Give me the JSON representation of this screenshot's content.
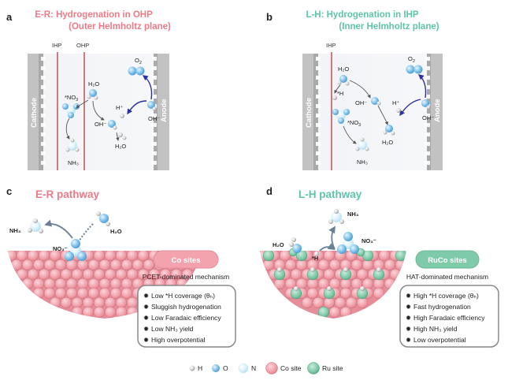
{
  "panels": {
    "a": {
      "letter": "a",
      "title_line1": "E-R:  Hydrogenation in OHP",
      "title_line2": "(Outer Helmholtz plane)",
      "plane_labels": [
        "IHP",
        "OHP"
      ],
      "cathode": "Cathode",
      "anode": "Anode",
      "species": {
        "o2": "O",
        "o2_sub": "2",
        "h2o_top": "H₂O",
        "no3": "*NO",
        "no3_sub": "3",
        "h_plus": "H⁺",
        "oh_minus": "OH⁻",
        "oh_right": "OH⁻",
        "h2o_bottom": "H₂O",
        "nh3": "NH₃"
      }
    },
    "b": {
      "letter": "b",
      "title_line1": "L-H:  Hydrogenation in IHP",
      "title_line2": "(Inner Helmholtz plane)",
      "plane_labels": [
        "IHP"
      ],
      "cathode": "Cathode",
      "anode": "Anode",
      "species": {
        "o2": "O",
        "o2_sub": "2",
        "h2o_top": "H₂O",
        "h_star": "*H",
        "no3": "*NO",
        "no3_sub": "3",
        "oh_minus": "OH⁻",
        "h_plus": "H⁺",
        "oh_right": "OH⁻",
        "h2o_bottom": "H₂O",
        "nh3": "NH₃"
      }
    },
    "c": {
      "letter": "c",
      "title": "E-R pathway",
      "pill": "Co sites",
      "mechanism": "PCET-dominated mechanism",
      "labels": {
        "nh3": "NH₃",
        "h2o": "H₂O",
        "no3": "NO₃⁻"
      },
      "bullets": [
        "Low *H coverage (θₕ)",
        "Sluggish hydrogenation",
        "Low Faradaic efficiency",
        "Low NH₃ yield",
        "High overpotential"
      ]
    },
    "d": {
      "letter": "d",
      "title": "L-H pathway",
      "pill": "RuCo sites",
      "mechanism": "HAT-dominated mechanism",
      "labels": {
        "nh3": "NH₃",
        "h2o": "H₂O",
        "no3": "NO₃⁻",
        "h_star": "*H"
      },
      "bullets": [
        "High *H coverage (θₕ)",
        "Fast hydrogenation",
        "High Faradaic efficiency",
        "High NH₃ yield",
        "Low overpotential"
      ]
    }
  },
  "legend": {
    "items": [
      {
        "label": "H",
        "icon": "h-atom"
      },
      {
        "label": "O",
        "icon": "o-atom"
      },
      {
        "label": "N",
        "icon": "n-atom"
      },
      {
        "label": "Co site",
        "icon": "co-site"
      },
      {
        "label": "Ru site",
        "icon": "ru-site"
      }
    ]
  },
  "colors": {
    "accent_pink": "#ee7b88",
    "accent_green": "#5ec4a8",
    "co_site": "#f2a8b1",
    "ru_site": "#7fcaa9",
    "plane_line": "#b52a2a",
    "arrow_blue": "#2b2fa0",
    "electrode": "#b9b9b9"
  }
}
